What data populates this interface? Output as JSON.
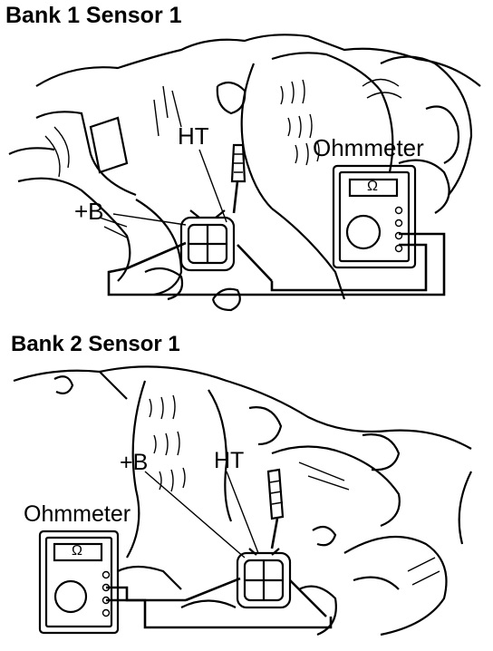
{
  "panels": [
    {
      "title": "Bank 1 Sensor 1",
      "labels": {
        "ht": "HT",
        "plus_b": "+B",
        "meter": "Ohmmeter"
      },
      "meter_display": "Ω"
    },
    {
      "title": "Bank 2 Sensor 1",
      "labels": {
        "ht": "HT",
        "plus_b": "+B",
        "meter": "Ohmmeter"
      },
      "meter_display": "Ω"
    }
  ],
  "colors": {
    "ink": "#000000",
    "paper": "#ffffff"
  },
  "icons": [
    "ohmmeter-icon",
    "sensor-connector-icon",
    "test-probe-icon",
    "oxygen-sensor-icon"
  ]
}
